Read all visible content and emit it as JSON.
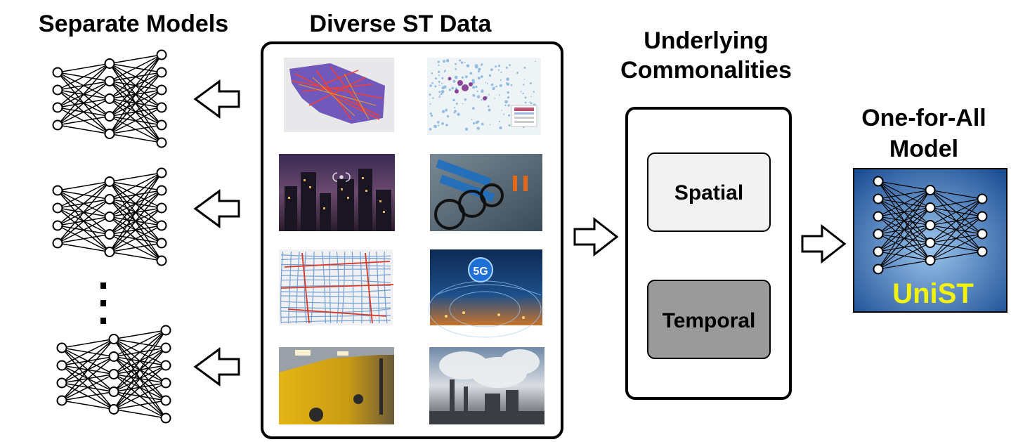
{
  "titles": {
    "separate_models": "Separate Models",
    "diverse_data": "Diverse ST Data",
    "commonalities_line1": "Underlying",
    "commonalities_line2": "Commonalities",
    "one_for_all_line1": "One-for-All",
    "one_for_all_line2": "Model"
  },
  "commonalities": {
    "spatial": "Spatial",
    "temporal": "Temporal"
  },
  "model": {
    "name": "UniST"
  },
  "images": [
    {
      "icon": "flow-map"
    },
    {
      "icon": "density-map"
    },
    {
      "icon": "city-wireless"
    },
    {
      "icon": "bike-sharing"
    },
    {
      "icon": "road-network"
    },
    {
      "icon": "5g-network"
    },
    {
      "icon": "taxi-cabs"
    },
    {
      "icon": "pollution-factory"
    }
  ],
  "colors": {
    "model_bg_top": "#1a4e96",
    "model_bg_bottom": "#6fa8dc",
    "unist_text": "#f2f20a",
    "spatial_fill": "#f2f2f2",
    "temporal_fill": "#9a9a9a"
  },
  "dots": ":"
}
